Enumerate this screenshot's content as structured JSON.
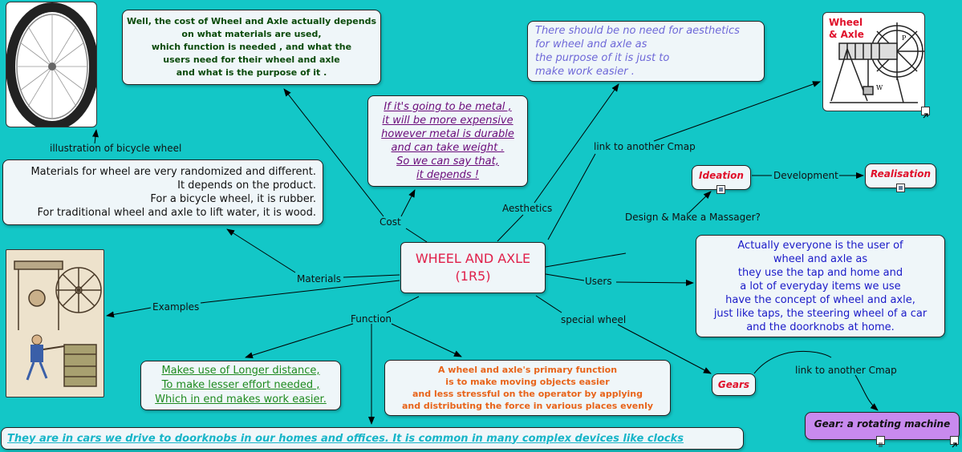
{
  "central": {
    "title": "WHEEL AND AXLE",
    "subtitle": "(1R5)"
  },
  "nodes": {
    "cost_text": "Well, the cost of Wheel and Axle actually depends\non what materials are used,\nwhich function is needed , and what the\nusers need for their wheel and axle\nand what is the purpose of it .",
    "metal_text": "If it's going to be metal ,\nit will be more expensive\nhowever metal is durable\nand can take weight .\nSo we can say that,\nit depends !",
    "aesthetics_text": "There should be no need for aesthetics\nfor wheel and axle as\nthe purpose of it is just to\nmake work easier .",
    "materials_text": "Materials for wheel are very randomized and different.\nIt depends on the product.\nFor a bicycle wheel, it is rubber.\nFor traditional wheel and axle to lift water, it is wood.",
    "users_text": "Actually everyone is the user of\nwheel and axle as\nthey use the tap and home and\na lot of everyday items we use\nhave the concept of wheel and axle,\njust like taps, the steering wheel of a car\nand the doorknobs at home.",
    "longer_text": "Makes use of Longer distance,\nTo make lesser effort needed ,\nWhich in end makes work easier.",
    "primary_text": "A wheel and axle's primary function\nis to make moving objects easier\nand less stressful on the operator by applying\nand distributing the force in various places evenly",
    "cars_text": "They are in cars we drive to doorknobs in our homes and offices. It is common in many complex devices like clocks",
    "ideation": "Ideation",
    "realisation": "Realisation",
    "gears": "Gears",
    "gear_machine": "Gear: a rotating machine"
  },
  "image_labels": {
    "wheel_axle_line1": "Wheel",
    "wheel_axle_line2": "& Axle"
  },
  "links": {
    "illustration": "illustration of bicycle wheel",
    "cost": "Cost",
    "aesthetics": "Aesthetics",
    "link_cmap_1": "link to another Cmap",
    "development": "Development",
    "design": "Design & Make a Massager?",
    "materials": "Materials",
    "users": "Users",
    "examples": "Examples",
    "function": "Function",
    "special_wheel": "special wheel",
    "link_cmap_2": "link to another Cmap"
  },
  "colors": {
    "background": "#13C7C7",
    "central_text": "#E0204A",
    "dark_green": "#0A4A0A",
    "purple": "#6A0A7A",
    "periwinkle": "#6E68D8",
    "blue": "#1A1AC8",
    "green": "#1E8A1E",
    "orange": "#E8641A",
    "cyan_link": "#17B5C8",
    "red": "#E0102A",
    "lavender": "#C88AEE"
  },
  "icons": [
    "bicycle-wheel-illustration",
    "wheel-and-axle-illustration",
    "water-wheel-illustration",
    "image-resource-icon",
    "link-arrow-icon",
    "document-icon"
  ]
}
